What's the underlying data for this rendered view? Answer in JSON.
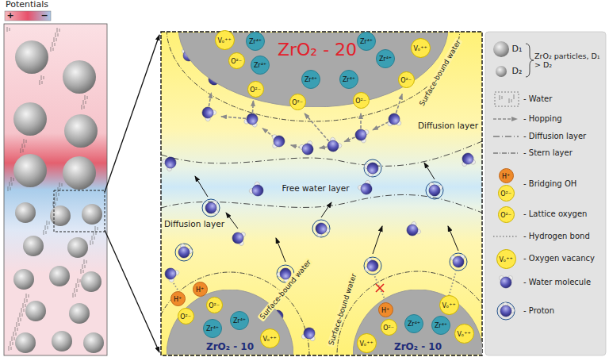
{
  "diagram": {
    "title": "Potentials",
    "nodes": [
      {
        "text": [
          "ZrO₂ - 20"
        ]
      },
      {
        "text": [
          "ZrO₂ - 10"
        ]
      },
      {
        "text": [
          "ZrO₂ - 10"
        ]
      }
    ],
    "labels": [
      "+",
      "−",
      "Surface-bound water",
      "Diffusion layer",
      "Free water layer",
      "Diffusion layer",
      "Surface-bound water",
      "Surface-bound water",
      "Vₒ⁺⁺",
      "O²⁻",
      "O²⁻",
      "O²⁻",
      "O²⁻",
      "O²⁻",
      "Vₒ⁺⁺",
      "Zr⁴⁺",
      "Zr⁴⁺",
      "Zr⁴⁺",
      "Zr⁴⁺",
      "Zr⁴⁺",
      "Zr⁴⁺",
      "H⁺",
      "O²⁻",
      "H⁺",
      "O²⁻",
      "Zr⁴⁺",
      "Zr⁴⁺",
      "Vₒ⁺⁺",
      "Vₒ⁺⁺",
      "H⁺",
      "O²⁻",
      "Zr⁴⁺",
      "Zr⁴⁺",
      "Vₒ⁺⁺",
      "Vₒ⁺⁺",
      "D₁",
      "D₂",
      "H⁺",
      "O²⁻",
      "O²⁻",
      "Vₒ⁺⁺"
    ],
    "legend": [
      {
        "text": "ZrO₂ particles, D₁ > D₂"
      },
      {
        "text": "- Water"
      },
      {
        "text": "- Hopping"
      },
      {
        "text": "- Diffusion layer"
      },
      {
        "text": "- Stern layer"
      },
      {
        "text": "- Bridging OH"
      },
      {
        "text": "- Lattice oxygen"
      },
      {
        "text": "- Hydrogen bond"
      },
      {
        "text": "- Oxygen vacancy"
      },
      {
        "text": "- Water molecule"
      },
      {
        "text": "- Proton"
      }
    ]
  }
}
